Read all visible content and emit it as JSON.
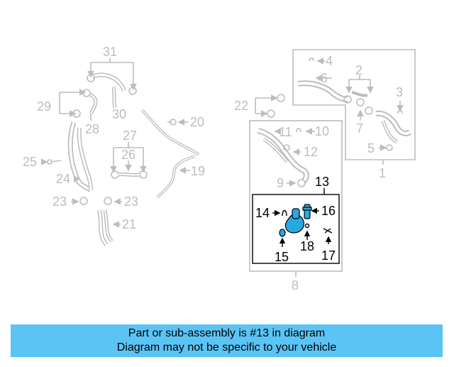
{
  "diagram": {
    "callouts": {
      "c1": "1",
      "c2": "2",
      "c3": "3",
      "c4": "4",
      "c5": "5",
      "c6": "6",
      "c7": "7",
      "c8": "8",
      "c9": "9",
      "c10": "10",
      "c11": "11",
      "c12": "12",
      "c13": "13",
      "c14": "14",
      "c15": "15",
      "c16": "16",
      "c17": "17",
      "c18": "18",
      "c19": "19",
      "c20": "20",
      "c21": "21",
      "c22": "22",
      "c23a": "23",
      "c23b": "23",
      "c24": "24",
      "c25": "25",
      "c26": "26",
      "c27": "27",
      "c28": "28",
      "c29": "29",
      "c30": "30",
      "c31": "31"
    },
    "highlighted_part": "13",
    "colors": {
      "faded": "#bdbdbd",
      "active": "#000000",
      "highlight": "#29a8e0"
    }
  },
  "banner": {
    "line1": "Part or sub-assembly is #13 in diagram",
    "line2": "Diagram may not be specific to your vehicle",
    "color": "#5bc4f5"
  }
}
